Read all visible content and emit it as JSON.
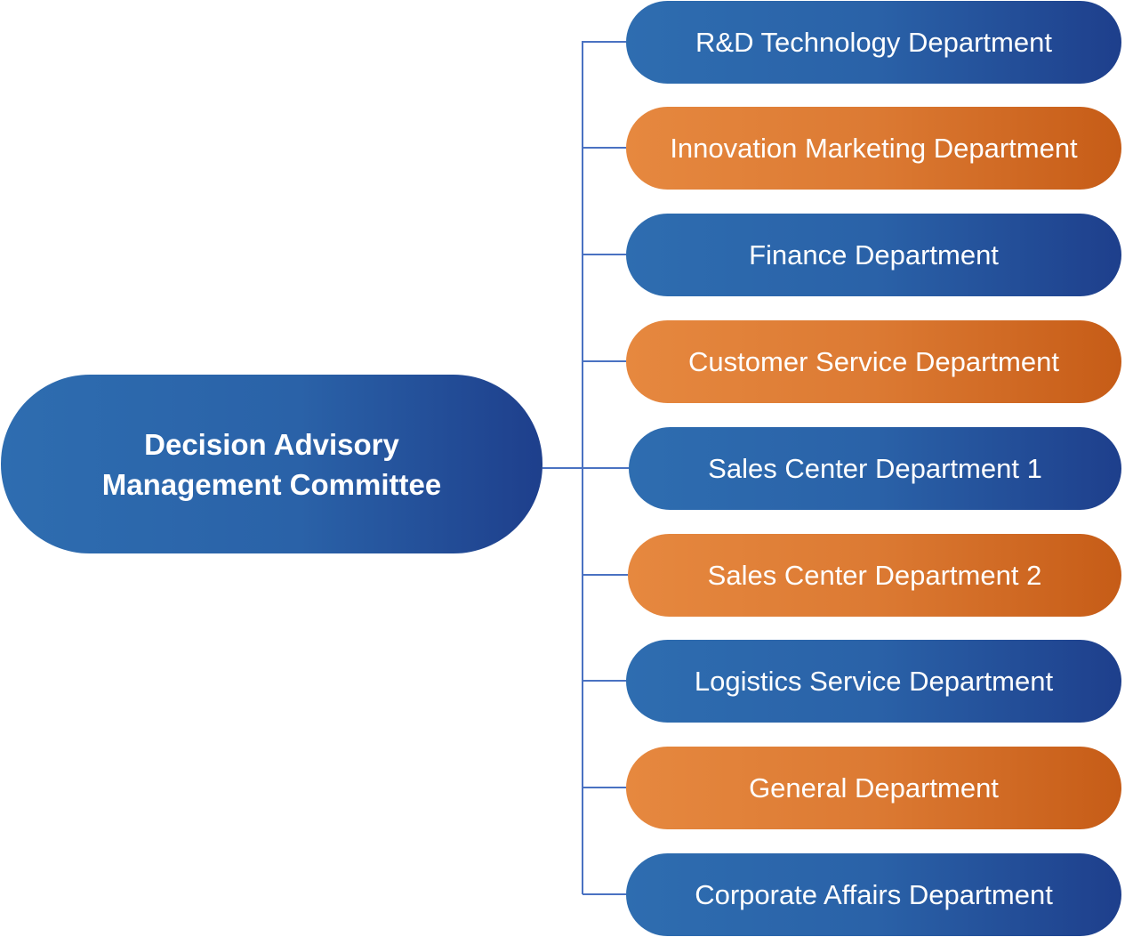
{
  "root": {
    "line1": "Decision Advisory",
    "line2": "Management Committee",
    "color": "#2a62a8"
  },
  "colors": {
    "blue": "#2a62a8",
    "orange": "#dc7a33",
    "connector": "#4a72c2"
  },
  "departments": [
    {
      "label": "R&D Technology Department",
      "color": "blue"
    },
    {
      "label": "Innovation Marketing Department",
      "color": "orange"
    },
    {
      "label": "Finance Department",
      "color": "blue"
    },
    {
      "label": "Customer Service Department",
      "color": "orange"
    },
    {
      "label": "Sales Center Department 1",
      "color": "blue"
    },
    {
      "label": "Sales Center Department 2",
      "color": "orange"
    },
    {
      "label": "Logistics Service Department",
      "color": "blue"
    },
    {
      "label": "General Department",
      "color": "orange"
    },
    {
      "label": "Corporate Affairs Department",
      "color": "blue"
    }
  ]
}
